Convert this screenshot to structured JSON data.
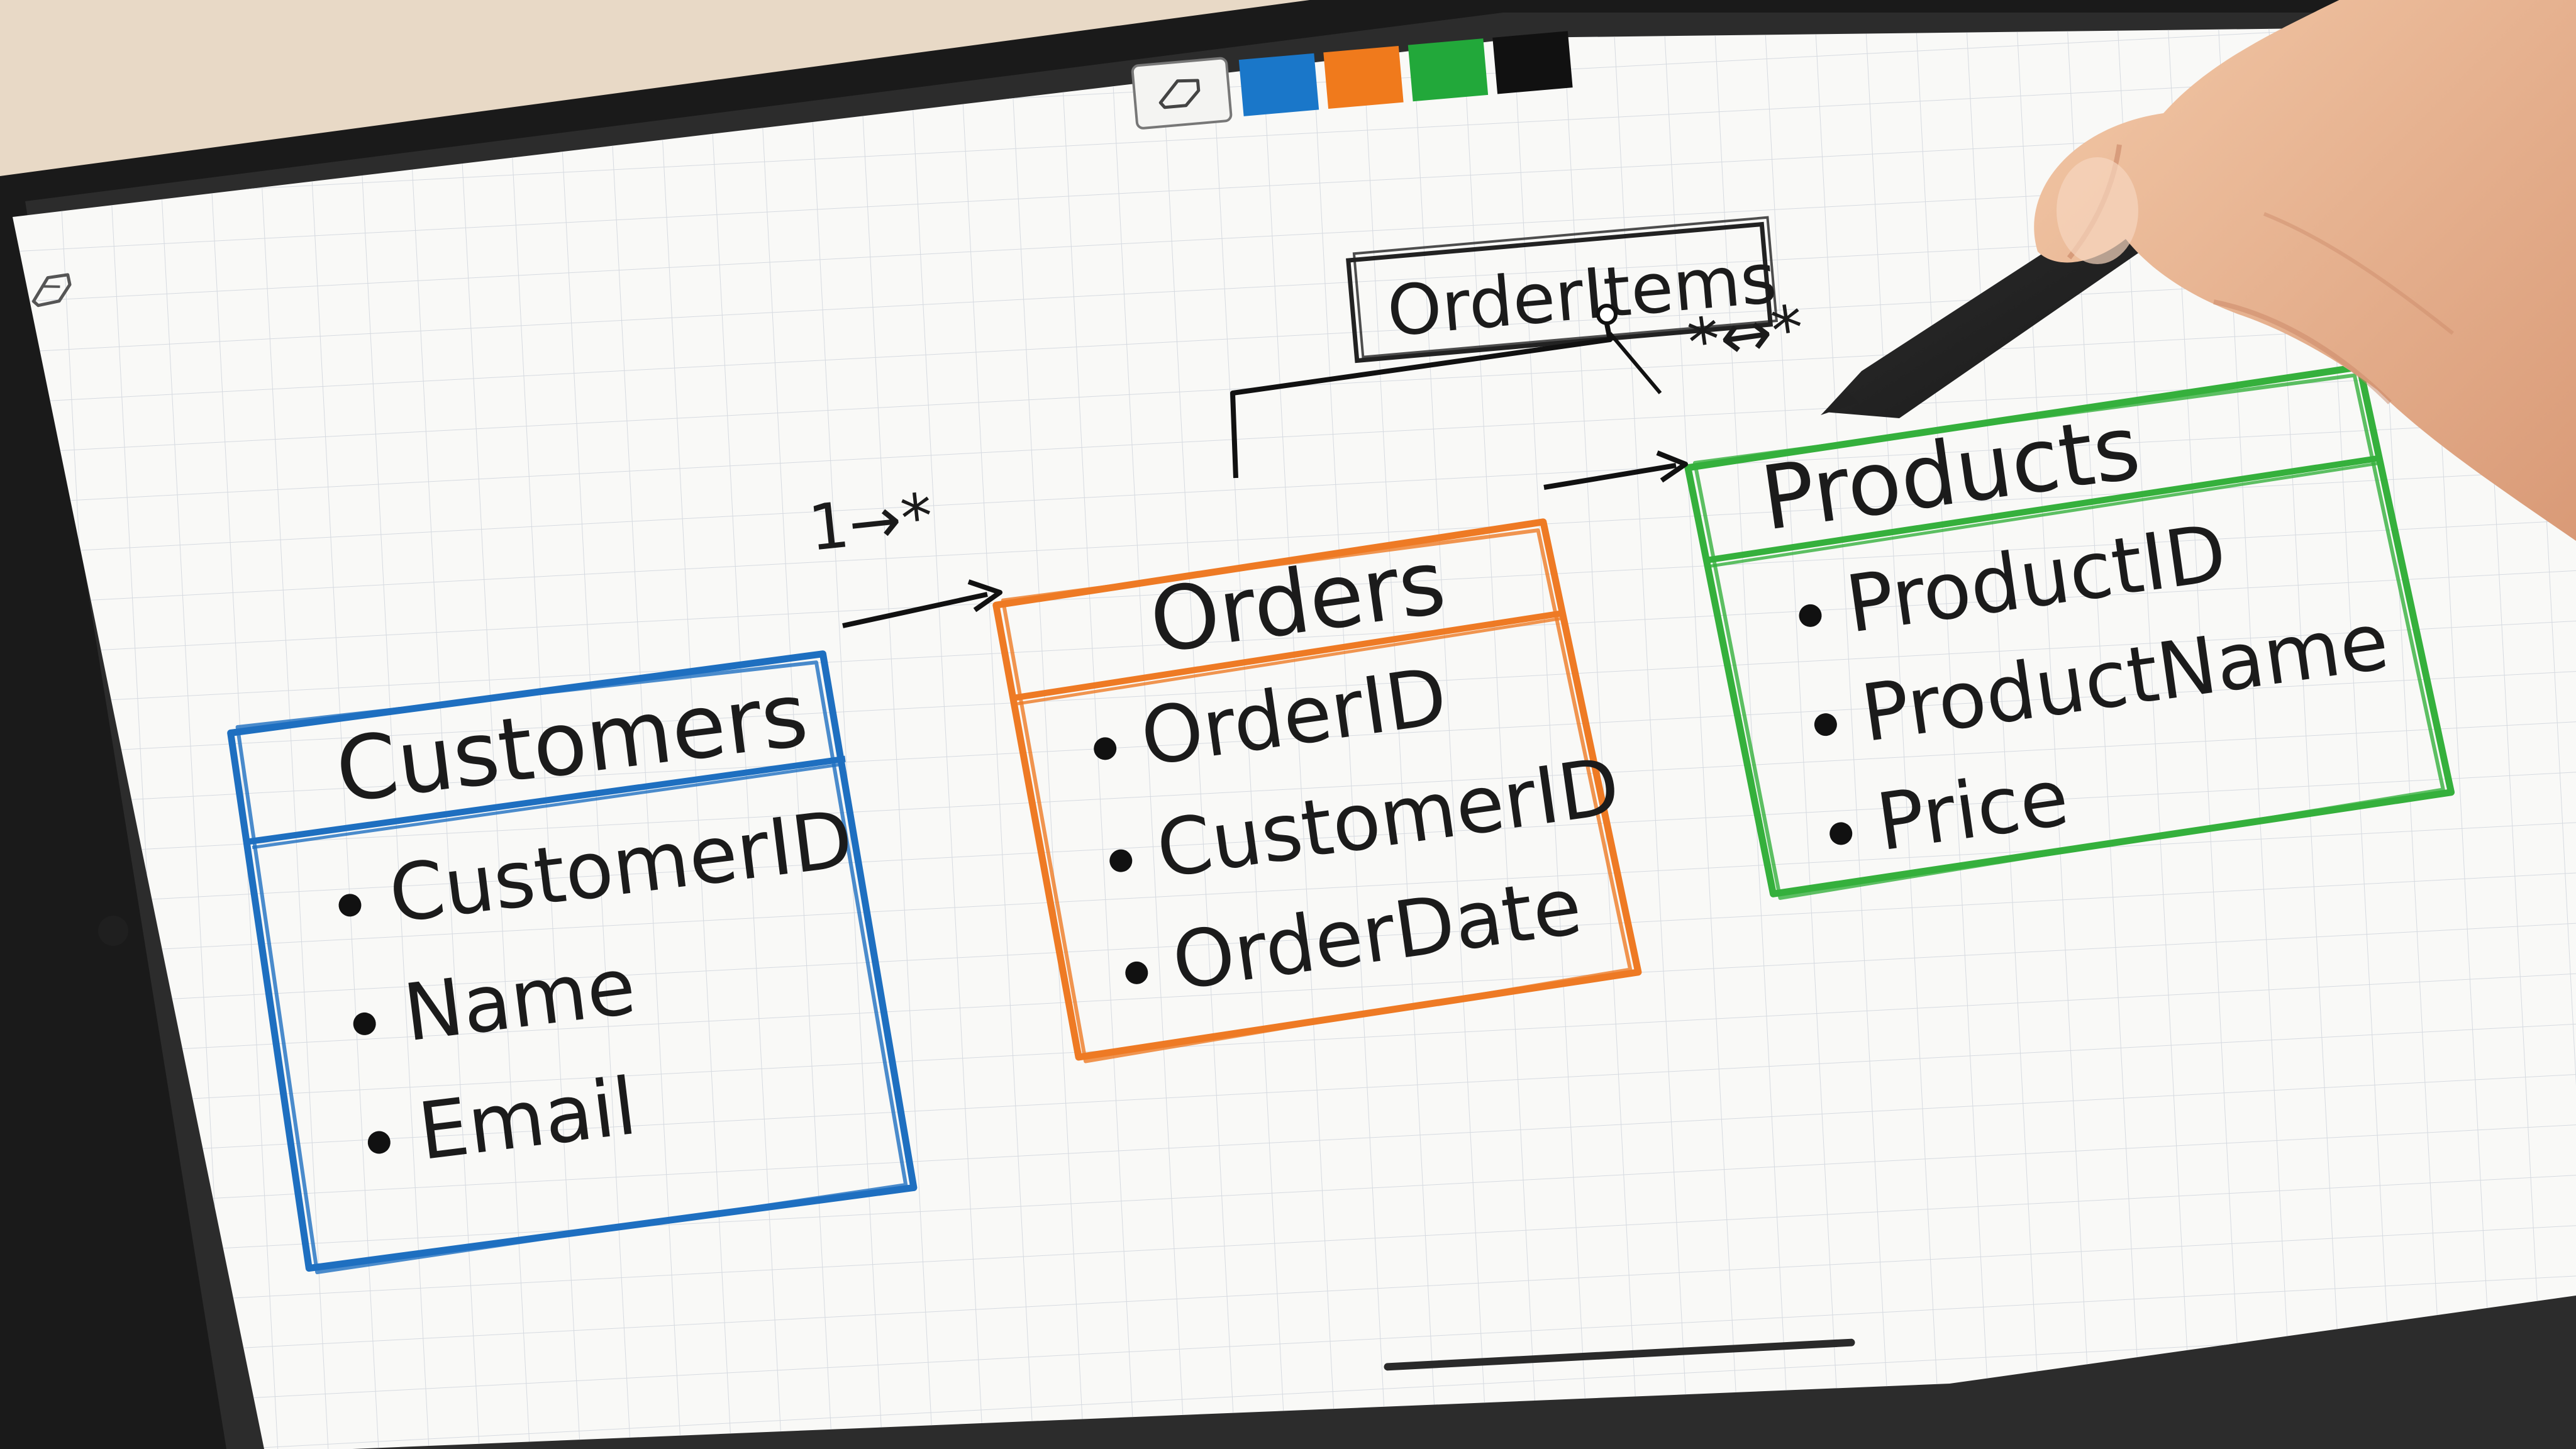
{
  "toolbar": {
    "tools": [
      {
        "name": "eraser",
        "icon": "eraser-icon"
      },
      {
        "name": "color-blue",
        "color": "#1a77c9"
      },
      {
        "name": "color-orange",
        "color": "#f07a1c"
      },
      {
        "name": "color-green",
        "color": "#22a83a"
      },
      {
        "name": "color-black",
        "color": "#111111"
      }
    ]
  },
  "side_tool": {
    "icon": "eraser-icon"
  },
  "diagram": {
    "entities": {
      "customers": {
        "title": "Customers",
        "color": "#1e6fc0",
        "fields": [
          "CustomerID",
          "Name",
          "Email"
        ]
      },
      "orders": {
        "title": "Orders",
        "color": "#ee7a24",
        "fields": [
          "OrderID",
          "CustomerID",
          "OrderDate"
        ]
      },
      "products": {
        "title": "Products",
        "color": "#35b03c",
        "fields": [
          "ProductID",
          "ProductName",
          "Price"
        ]
      },
      "orderitems": {
        "title": "OrderItems",
        "color": "#222222"
      }
    },
    "relations": {
      "customers_orders": "1→*",
      "orders_products": "*↔*"
    }
  }
}
